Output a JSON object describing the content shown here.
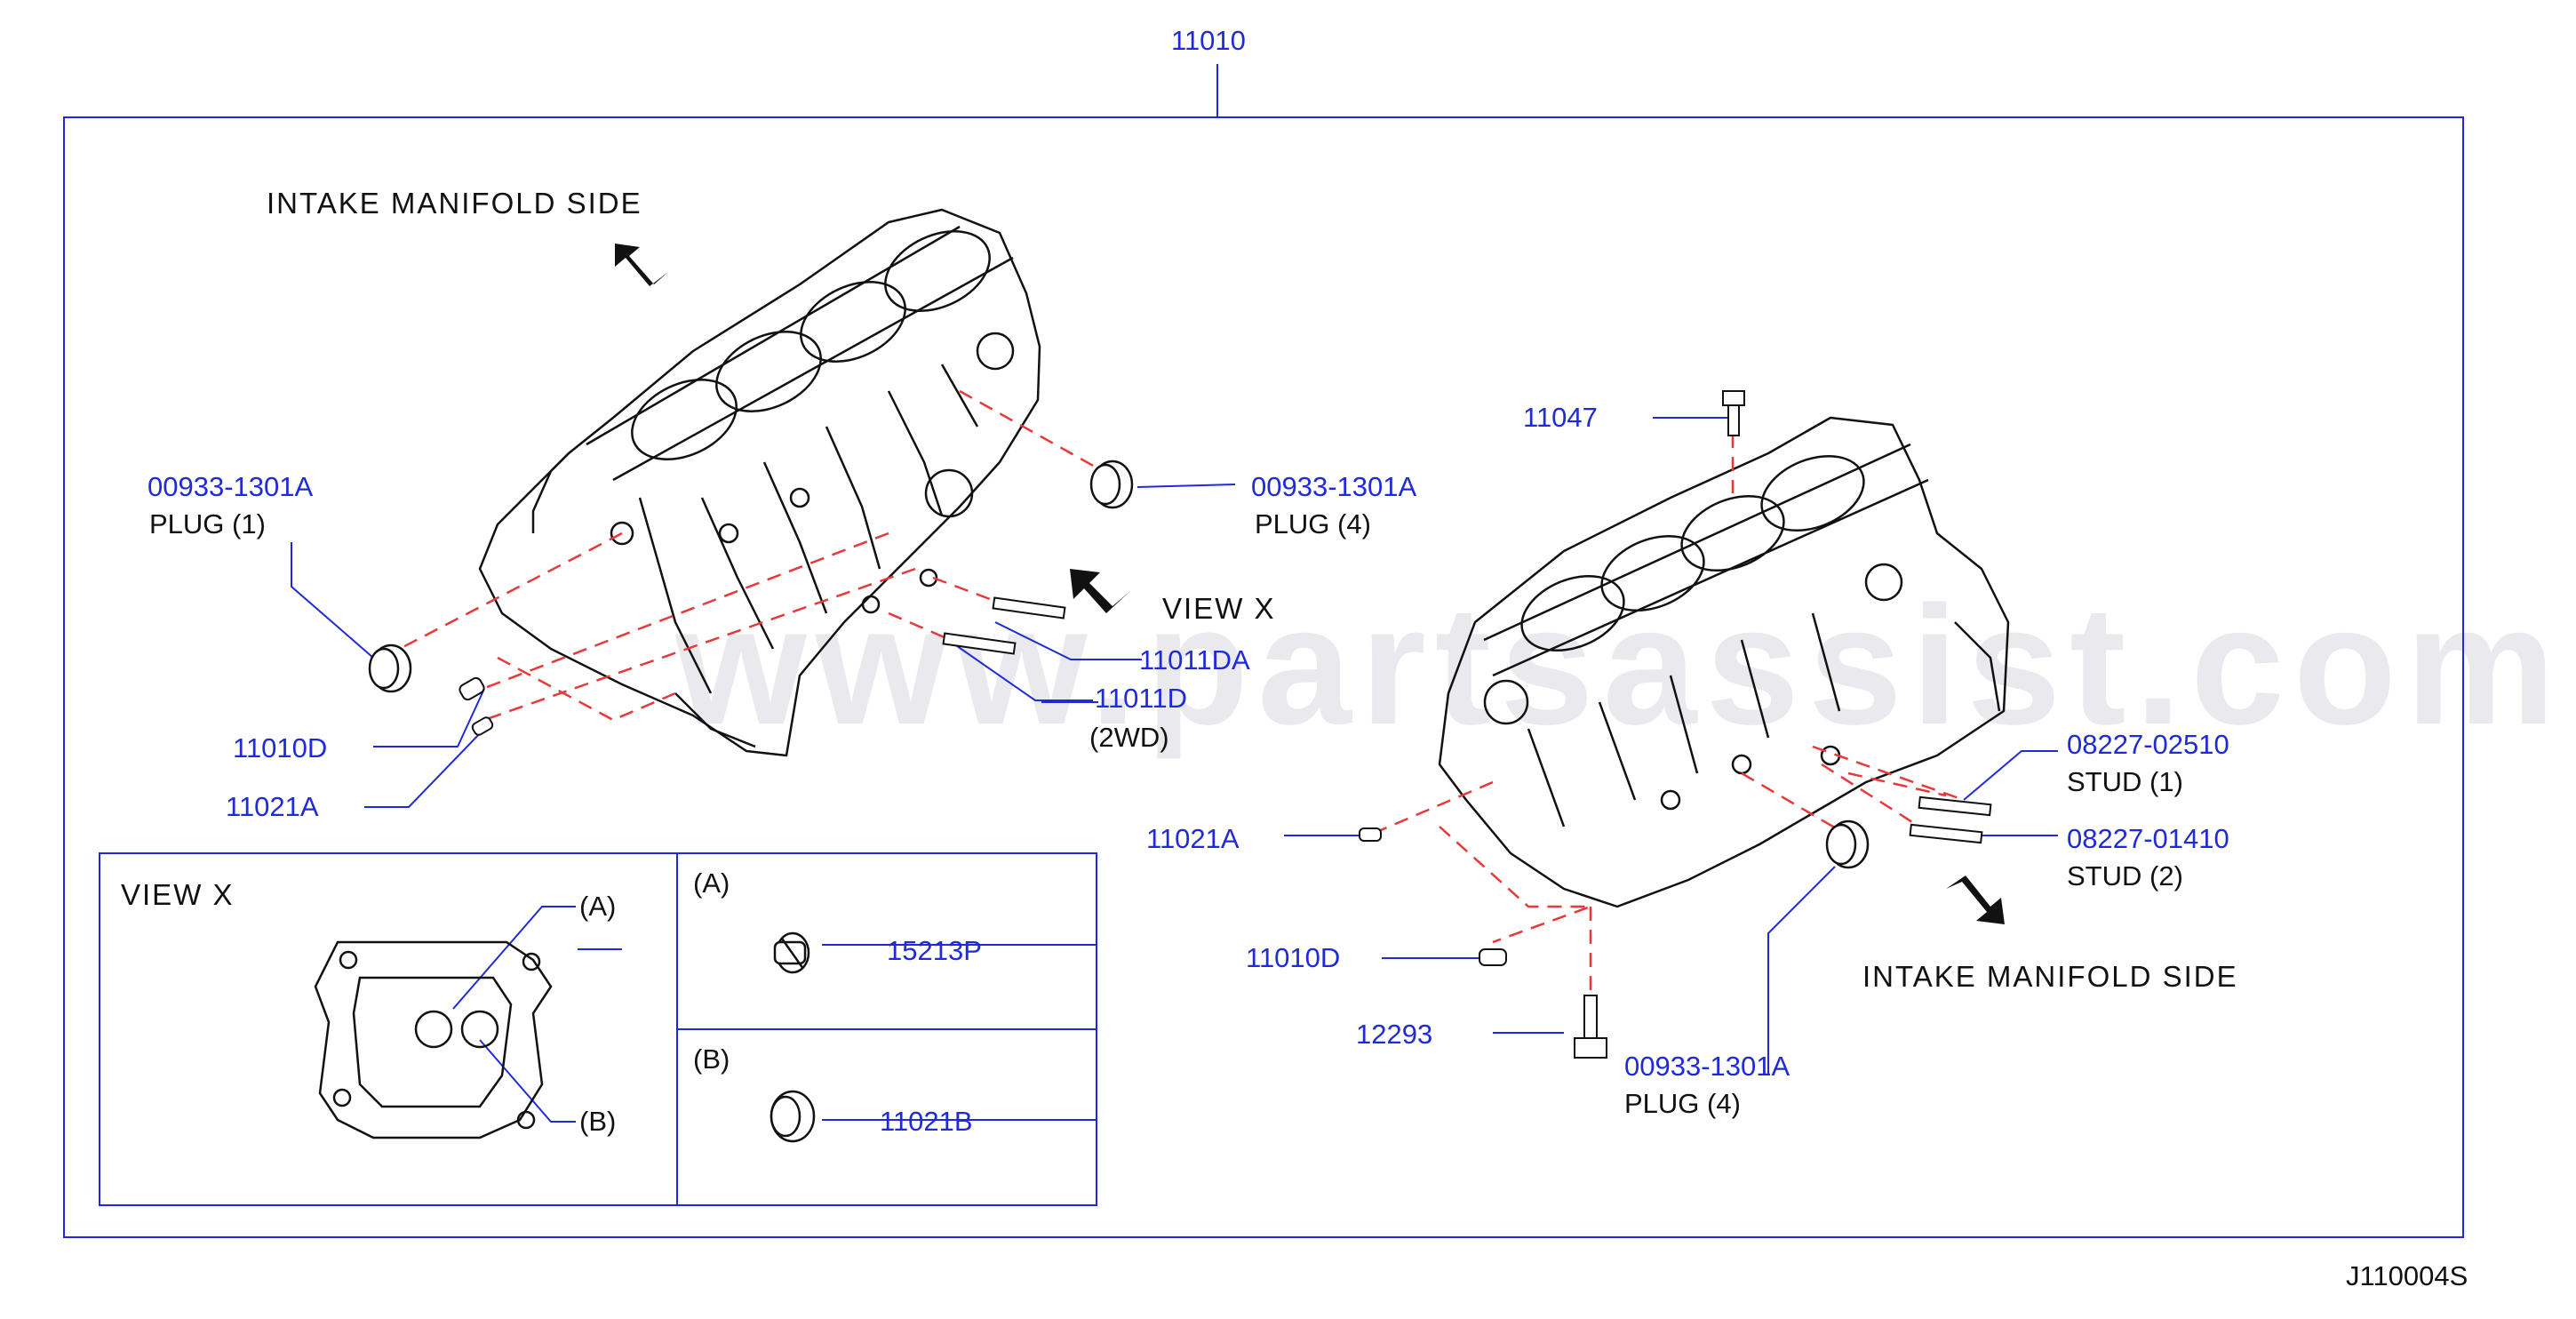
{
  "watermark": "www.partsassist.com",
  "assembly_number": "11010",
  "diagram_code": "J110004S",
  "left_block": {
    "heading": "INTAKE   MANIFOLD   SIDE",
    "view_label": "VIEW     X",
    "parts": {
      "plug_rear_number": "00933-1301A",
      "plug_rear_desc": "PLUG    (4)",
      "plug_front_number": "00933-1301A",
      "plug_front_desc": "PLUG    (1)",
      "stud_11011da": "11011DA",
      "stud_11011d": "11011D",
      "stud_11011d_note": "(2WD)",
      "p_11010d": "11010D",
      "p_11021a": "11021A"
    }
  },
  "right_block": {
    "heading": "INTAKE   MANIFOLD   SIDE",
    "parts": {
      "p_11047": "11047",
      "stud1_number": "08227-02510",
      "stud1_desc": "STUD      (1)",
      "stud2_number": "08227-01410",
      "stud2_desc": "STUD      (2)",
      "p_11021a": "11021A",
      "p_11010d": "11010D",
      "p_12293": "12293",
      "plug_number": "00933-1301A",
      "plug_desc": "PLUG    (4)"
    }
  },
  "inset": {
    "view_title": "VIEW     X",
    "callout_a": "(A)",
    "callout_b": "(B)",
    "panel_a_label": "(A)",
    "panel_a_part": "15213P",
    "panel_b_label": "(B)",
    "panel_b_part": "11021B"
  },
  "colors": {
    "line_blue": "#1f2bd6",
    "dash_red": "#e8393a",
    "ink": "#111111"
  }
}
